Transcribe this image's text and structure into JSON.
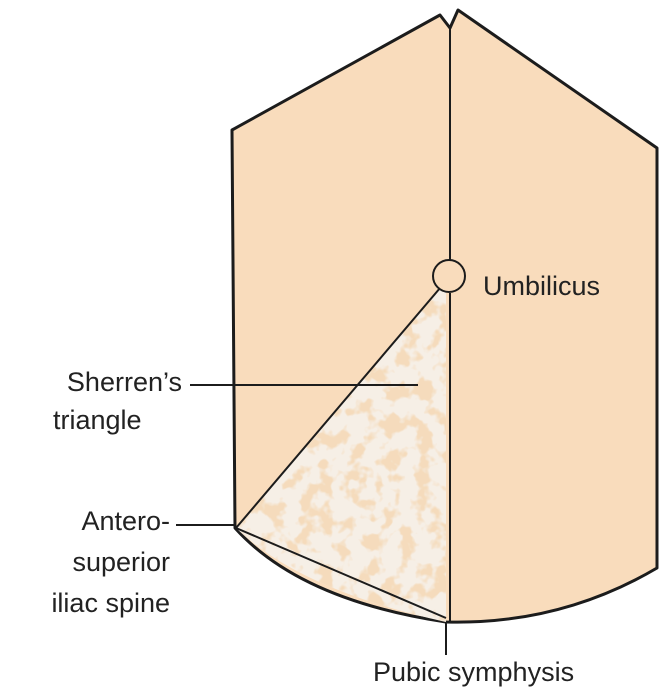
{
  "colors": {
    "skin": "#f9dcbc",
    "outline": "#1c1c1c",
    "triangle_base": "#f6efe6",
    "triangle_mottle": "#e9b784",
    "text": "#222222"
  },
  "labels": {
    "umbilicus": "Umbilicus",
    "sherrens_triangle_line1": "Sherren’s",
    "sherrens_triangle_line2": "triangle",
    "asis_line1": "Antero-",
    "asis_line2": "superior",
    "asis_line3": "iliac spine",
    "pubic_symphysis": "Pubic symphysis"
  }
}
